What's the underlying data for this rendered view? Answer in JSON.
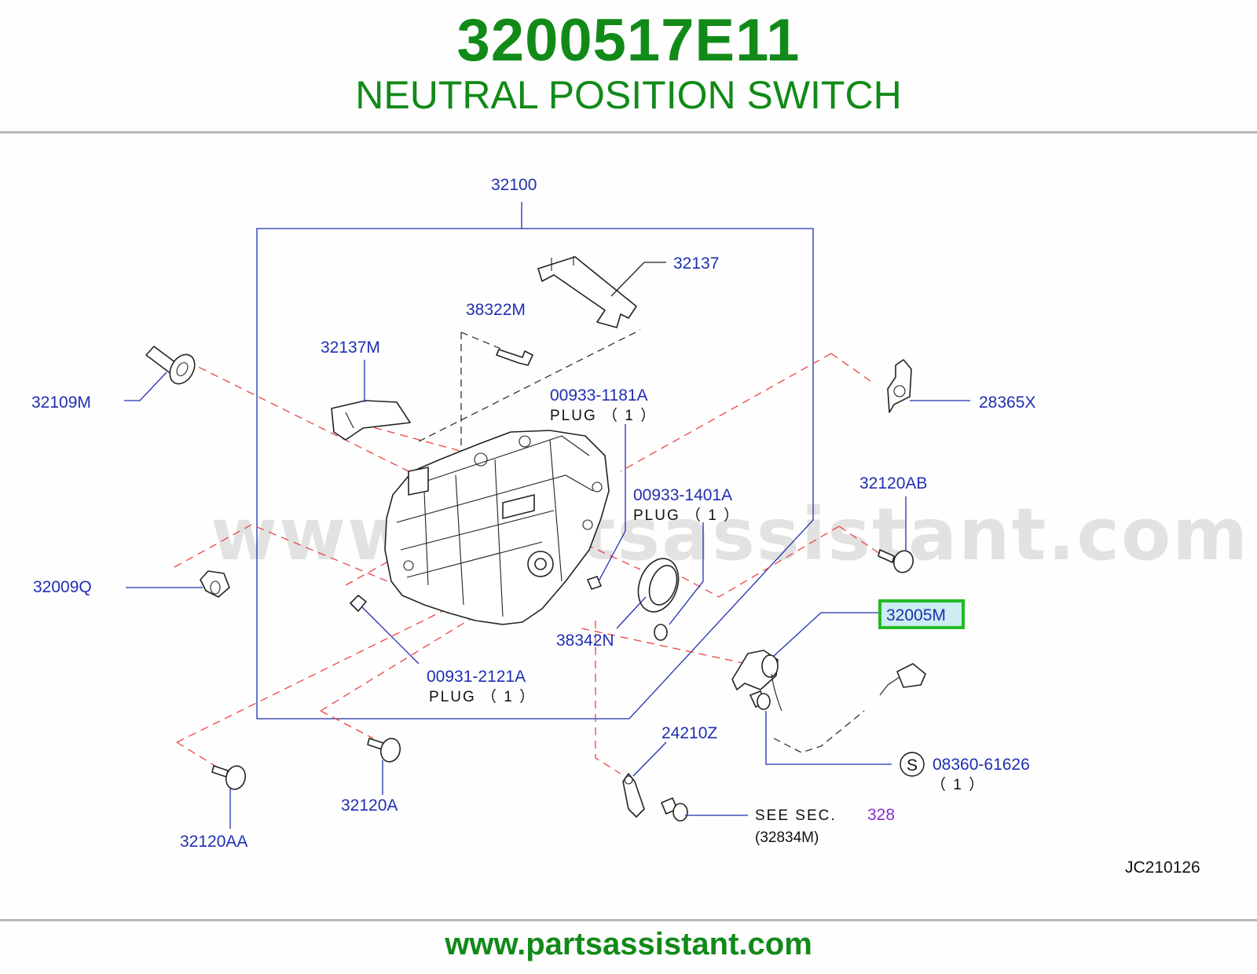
{
  "header": {
    "part_number": "3200517E11",
    "part_name": "NEUTRAL POSITION SWITCH"
  },
  "footer": {
    "website": "www.partsassistant.com"
  },
  "diagram": {
    "watermark": "www.partsassistant.com",
    "code": "JC210126",
    "highlight_color": "#22bb22",
    "label_color": "#1f2fb0",
    "dash_color": "#ee4444",
    "labels": {
      "p32100": "32100",
      "p32137": "32137",
      "p38322M": "38322M",
      "p32137M": "32137M",
      "p32109M": "32109M",
      "p28365X": "28365X",
      "p00933_1181A": "00933-1181A",
      "plug1": "PLUG （ 1 ）",
      "p00933_1401A": "00933-1401A",
      "plug2": "PLUG （ 1 ）",
      "p32120AB": "32120AB",
      "p32009Q": "32009Q",
      "p32005M": "32005M",
      "p38342N": "38342N",
      "p00931_2121A": "00931-2121A",
      "plug3": "PLUG （ 1 ）",
      "p24210Z": "24210Z",
      "s_symbol": "S",
      "p08360_61626": "08360-61626",
      "qty1": "（ 1 ）",
      "see_sec": "SEE SEC.",
      "sec_ref": "328",
      "p32834M": "(32834M)",
      "p32120A": "32120A",
      "p32120AA": "32120AA"
    }
  }
}
